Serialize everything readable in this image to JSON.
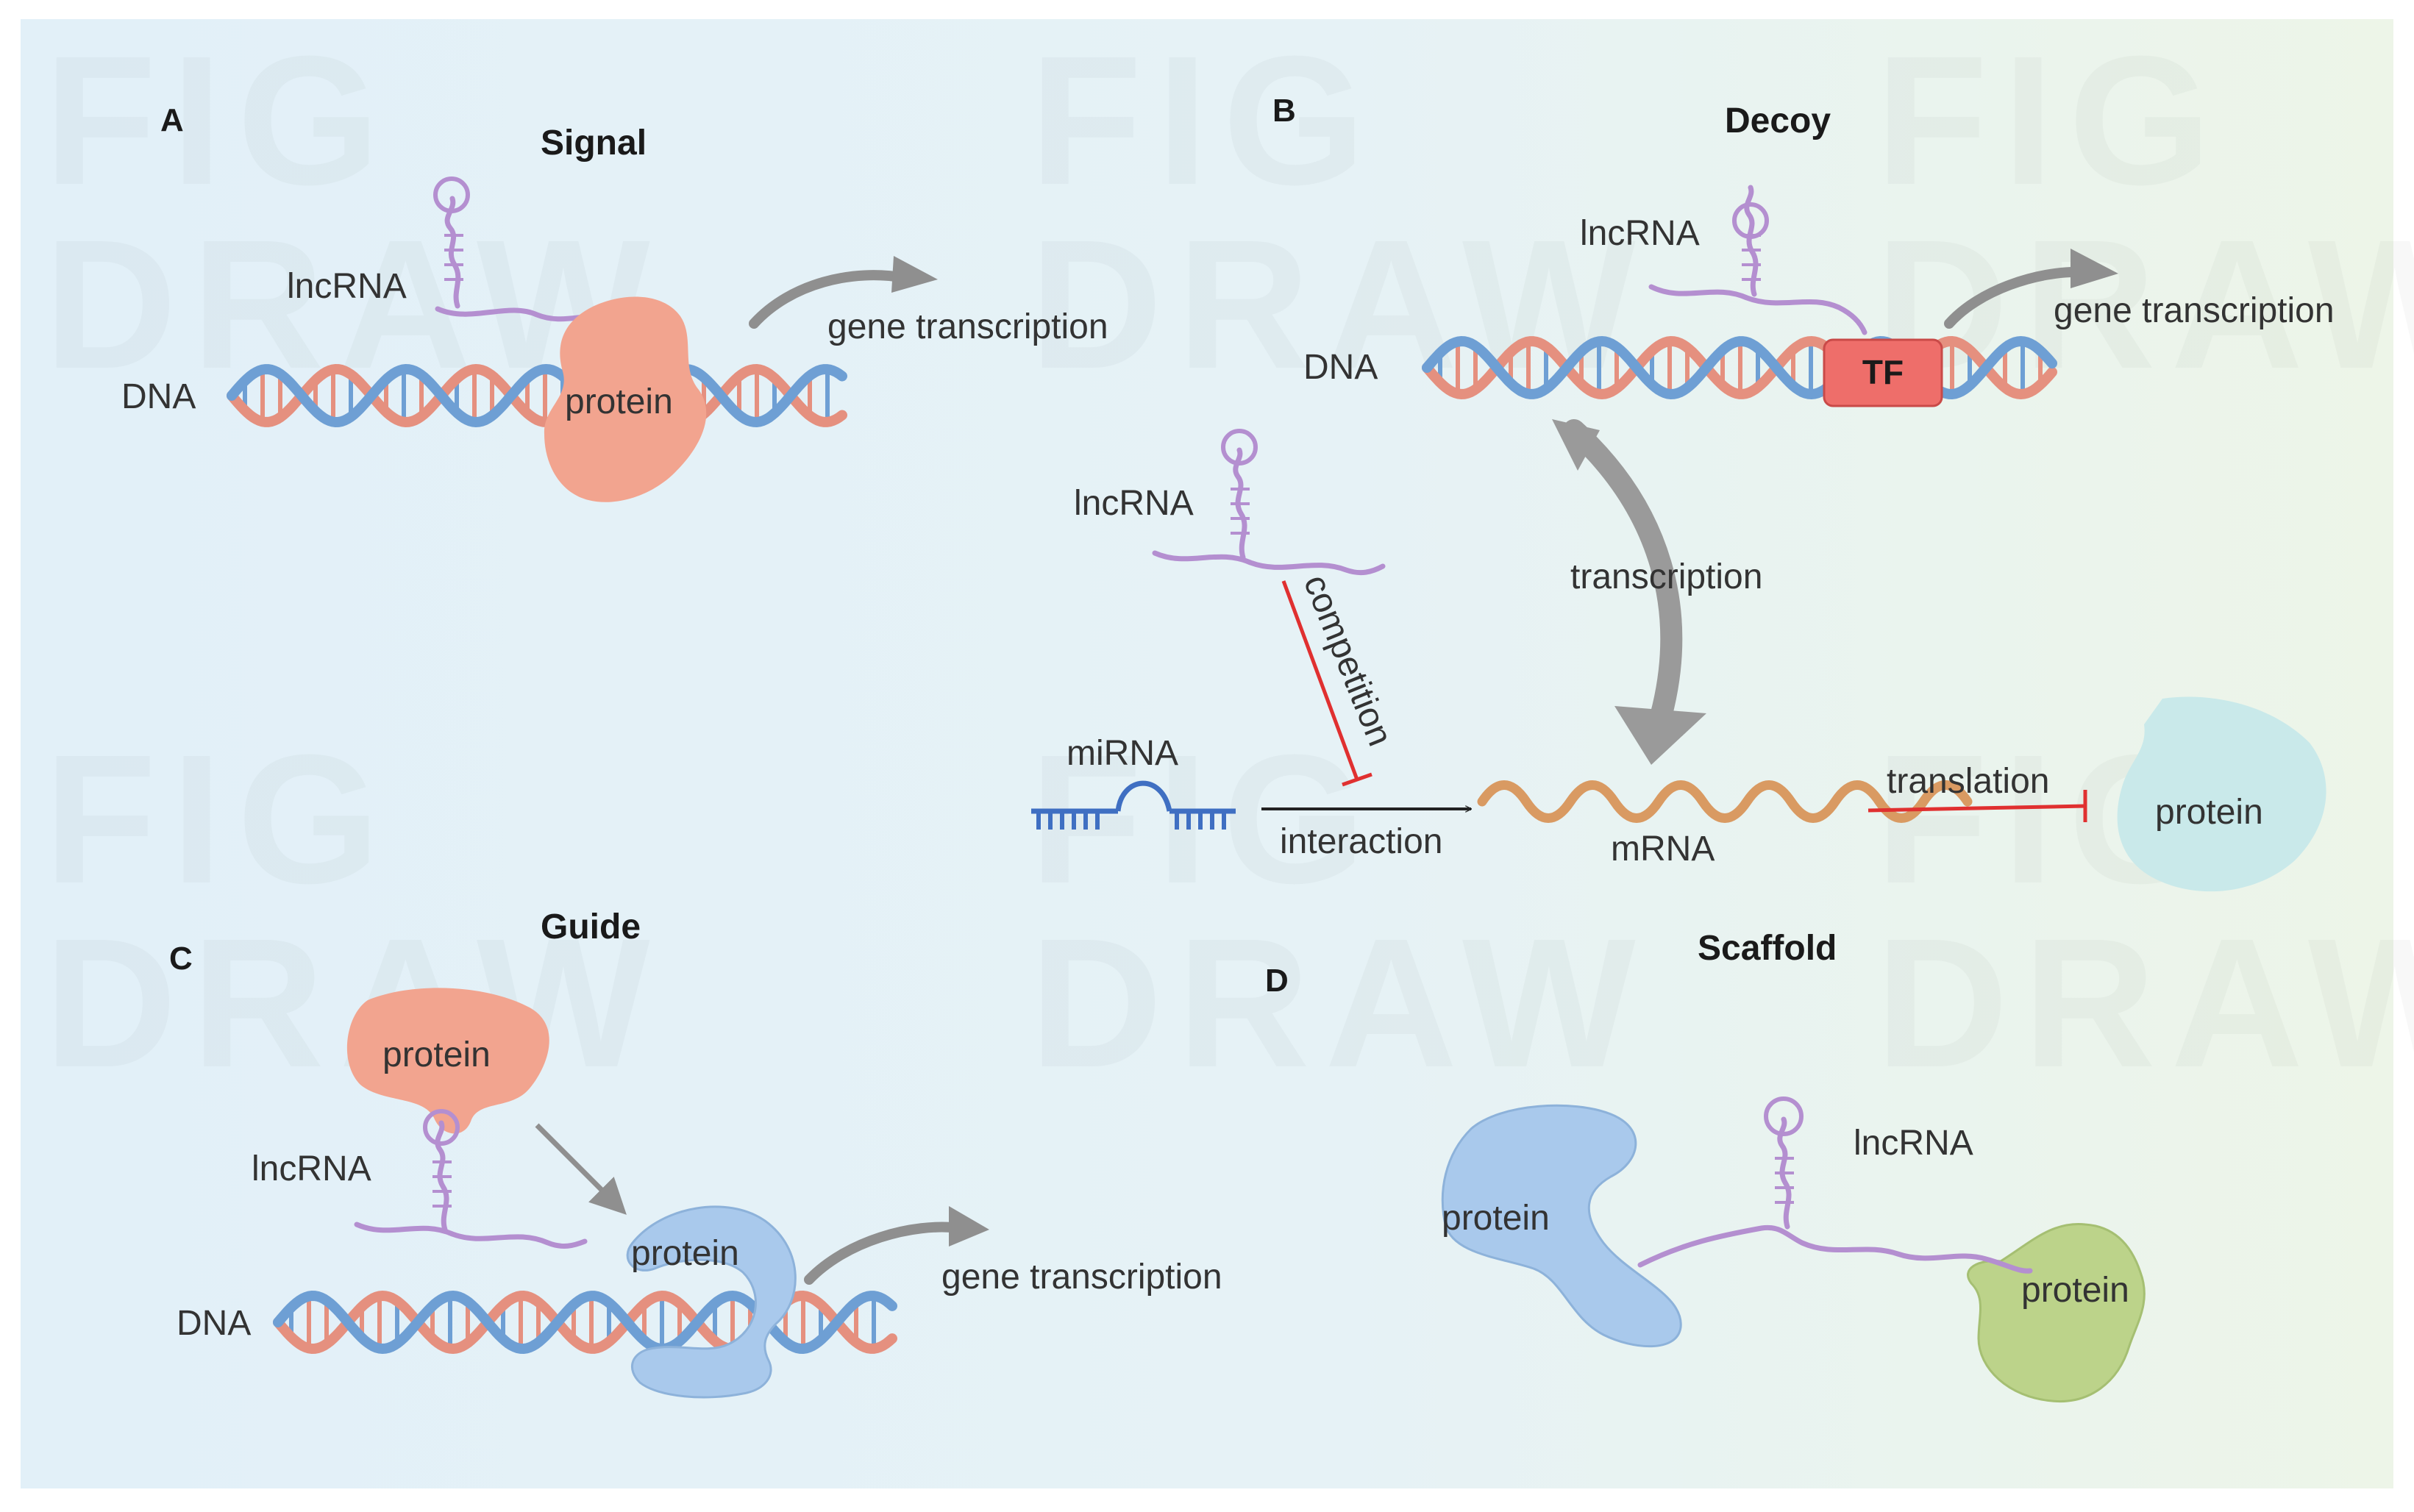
{
  "panels": {
    "a": {
      "letter": "A",
      "title": "Signal",
      "lncrna": "lncRNA",
      "dna": "DNA",
      "protein": "protein",
      "gene_transcription": "gene transcription"
    },
    "b": {
      "letter": "B",
      "title": "Decoy",
      "lncrna_top": "lncRNA",
      "dna": "DNA",
      "tf": "TF",
      "gene_transcription": "gene transcription",
      "lncrna_mid": "lncRNA",
      "competition": "competition",
      "transcription": "transcription",
      "mirna": "miRNA",
      "interaction": "interaction",
      "mrna": "mRNA",
      "translation": "translation",
      "protein": "protein"
    },
    "c": {
      "letter": "C",
      "title": "Guide",
      "protein_top": "protein",
      "lncrna": "lncRNA",
      "protein_bound": "protein",
      "dna": "DNA",
      "gene_transcription": "gene transcription"
    },
    "d": {
      "letter": "D",
      "title": "Scaffold",
      "lncrna": "lncRNA",
      "protein_left": "protein",
      "protein_right": "protein"
    }
  },
  "watermark": {
    "line1": "FIG",
    "line2": "DRAW"
  },
  "colors": {
    "background_start": "#e4f1f8",
    "background_end": "#ecf5ea",
    "dna_blue": "#6e9fd4",
    "dna_red": "#e5907f",
    "lncrna_purple": "#b48fd0",
    "protein_salmon": "#f2a48f",
    "protein_blue": "#a9c9ec",
    "protein_green": "#bcd38a",
    "protein_teal": "#c9e9ea",
    "tf_red": "#ee6e6a",
    "mrna_orange": "#d99a62",
    "mirna_blue": "#3f6fc2",
    "inhibit_red": "#e03030",
    "arrow_gray": "#8f8f8f"
  }
}
